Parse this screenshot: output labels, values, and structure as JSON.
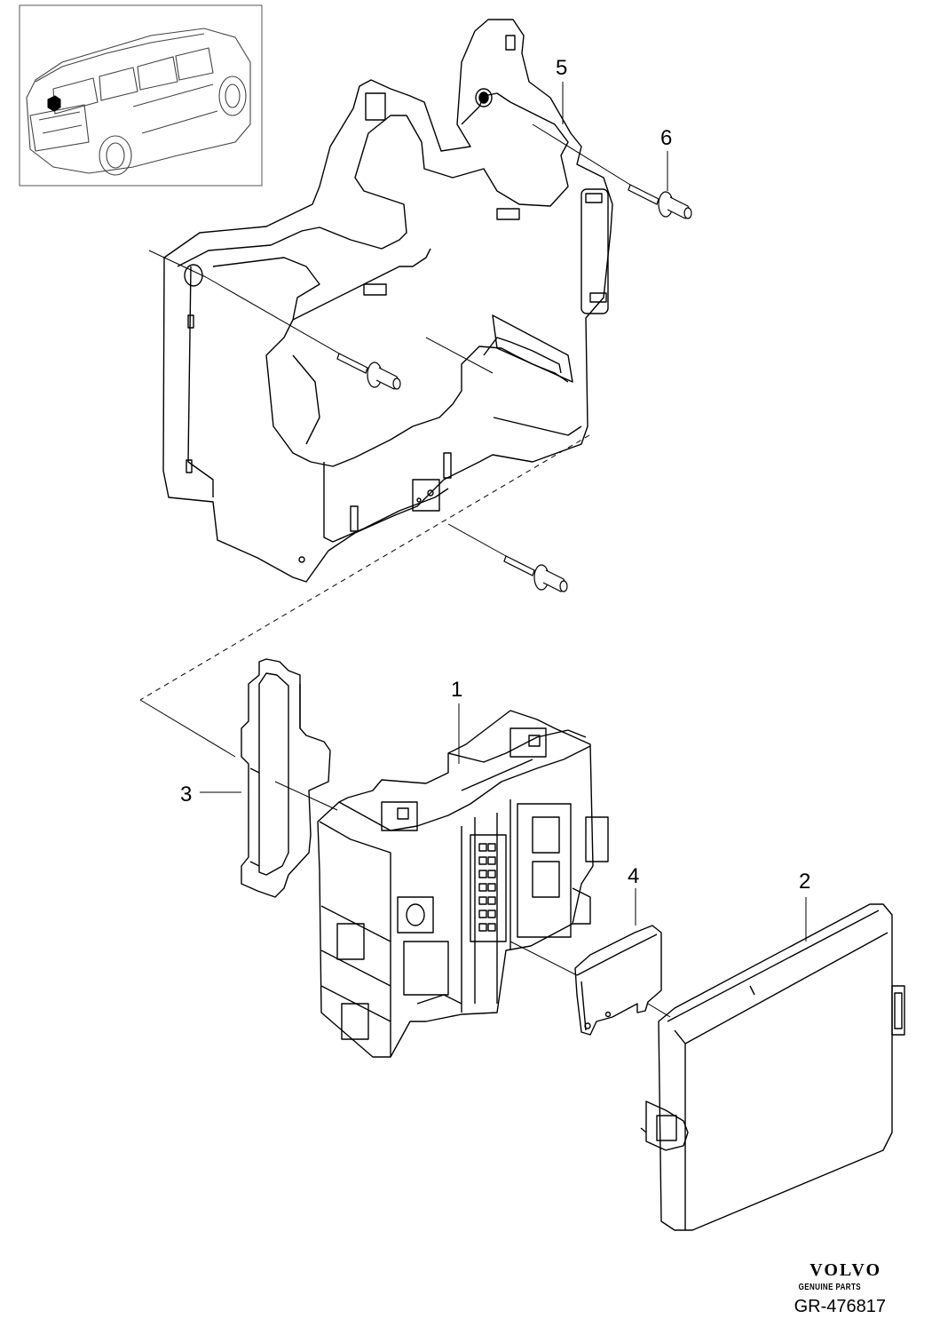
{
  "callouts": [
    {
      "number": "1"
    },
    {
      "number": "2"
    },
    {
      "number": "3"
    },
    {
      "number": "4"
    },
    {
      "number": "5"
    },
    {
      "number": "6"
    }
  ],
  "brand": {
    "logo_text": "VOLVO",
    "subtitle": "GENUINE PARTS"
  },
  "diagram_code": "GR-476817",
  "colors": {
    "line": "#000000",
    "background": "#ffffff"
  }
}
